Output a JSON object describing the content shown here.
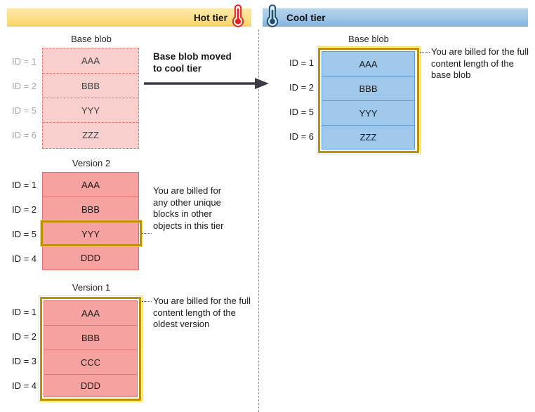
{
  "tiers": {
    "hot": {
      "label": "Hot tier",
      "icon": "thermometer-hot-icon",
      "color": "#f9d264"
    },
    "cool": {
      "label": "Cool tier",
      "icon": "thermometer-cool-icon",
      "color": "#7fb2dd"
    }
  },
  "transition": {
    "label_line1": "Base blob moved",
    "label_line2": "to cool tier",
    "arrow": "arrow-right-icon"
  },
  "blocks": {
    "hot_base_blob": {
      "title": "Base blob",
      "style": "dashed-faded",
      "fill": "#f9cfce",
      "rows": [
        {
          "id": "ID = 1",
          "value": "AAA"
        },
        {
          "id": "ID = 2",
          "value": "BBB"
        },
        {
          "id": "ID = 5",
          "value": "YYY"
        },
        {
          "id": "ID = 6",
          "value": "ZZZ"
        }
      ]
    },
    "version_2": {
      "title": "Version 2",
      "style": "solid",
      "fill": "#f5a2a0",
      "highlight_row_index": 2,
      "rows": [
        {
          "id": "ID = 1",
          "value": "AAA"
        },
        {
          "id": "ID = 2",
          "value": "BBB"
        },
        {
          "id": "ID = 5",
          "value": "YYY"
        },
        {
          "id": "ID = 4",
          "value": "DDD"
        }
      ],
      "callout": "You are billed for any other unique blocks in other objects in this tier"
    },
    "version_1": {
      "title": "Version 1",
      "style": "solid",
      "fill": "#f5a2a0",
      "highlight_whole_table": true,
      "rows": [
        {
          "id": "ID = 1",
          "value": "AAA"
        },
        {
          "id": "ID = 2",
          "value": "BBB"
        },
        {
          "id": "ID = 3",
          "value": "CCC"
        },
        {
          "id": "ID = 4",
          "value": "DDD"
        }
      ],
      "callout": "You are billed for the full content length of the oldest version"
    },
    "cool_base_blob": {
      "title": "Base blob",
      "style": "solid",
      "fill": "#9fc8ea",
      "highlight_whole_table": true,
      "rows": [
        {
          "id": "ID = 1",
          "value": "AAA"
        },
        {
          "id": "ID = 2",
          "value": "BBB"
        },
        {
          "id": "ID = 5",
          "value": "YYY"
        },
        {
          "id": "ID = 6",
          "value": "ZZZ"
        }
      ],
      "callout": "You are billed for the full content length of the base blob"
    }
  },
  "colors": {
    "highlight_gold": "#bf9000",
    "hot_fill": "#f5a2a0",
    "cool_fill": "#9fc8ea",
    "divider": "#8c8c8c"
  }
}
